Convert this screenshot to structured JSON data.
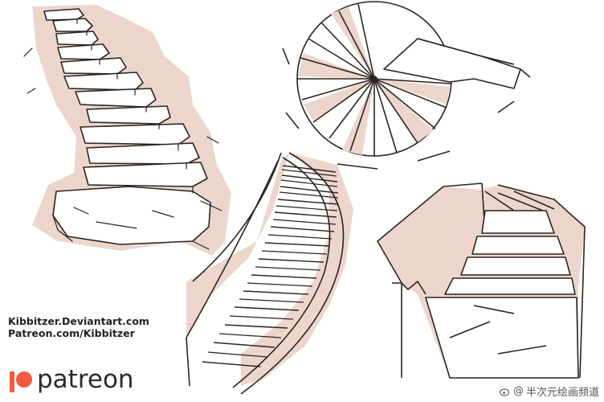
{
  "credits": {
    "deviantart": "Kibbitzer.Deviantart.com",
    "patreon": "Patreon.com/Kibbitzer"
  },
  "brand": {
    "word": "patreon",
    "icon": "patreon-logo-icon"
  },
  "watermark": {
    "icon": "weibo-icon",
    "symbol": "@",
    "text": "半次元绘画频道"
  },
  "palette": {
    "ink": "#2b2320",
    "shade": "#ecd6cc",
    "paper": "#ffffff"
  },
  "drawings": [
    {
      "name": "stone-stairs"
    },
    {
      "name": "spiral-stairs-top-view"
    },
    {
      "name": "curved-stairs"
    },
    {
      "name": "winding-stairs"
    }
  ]
}
